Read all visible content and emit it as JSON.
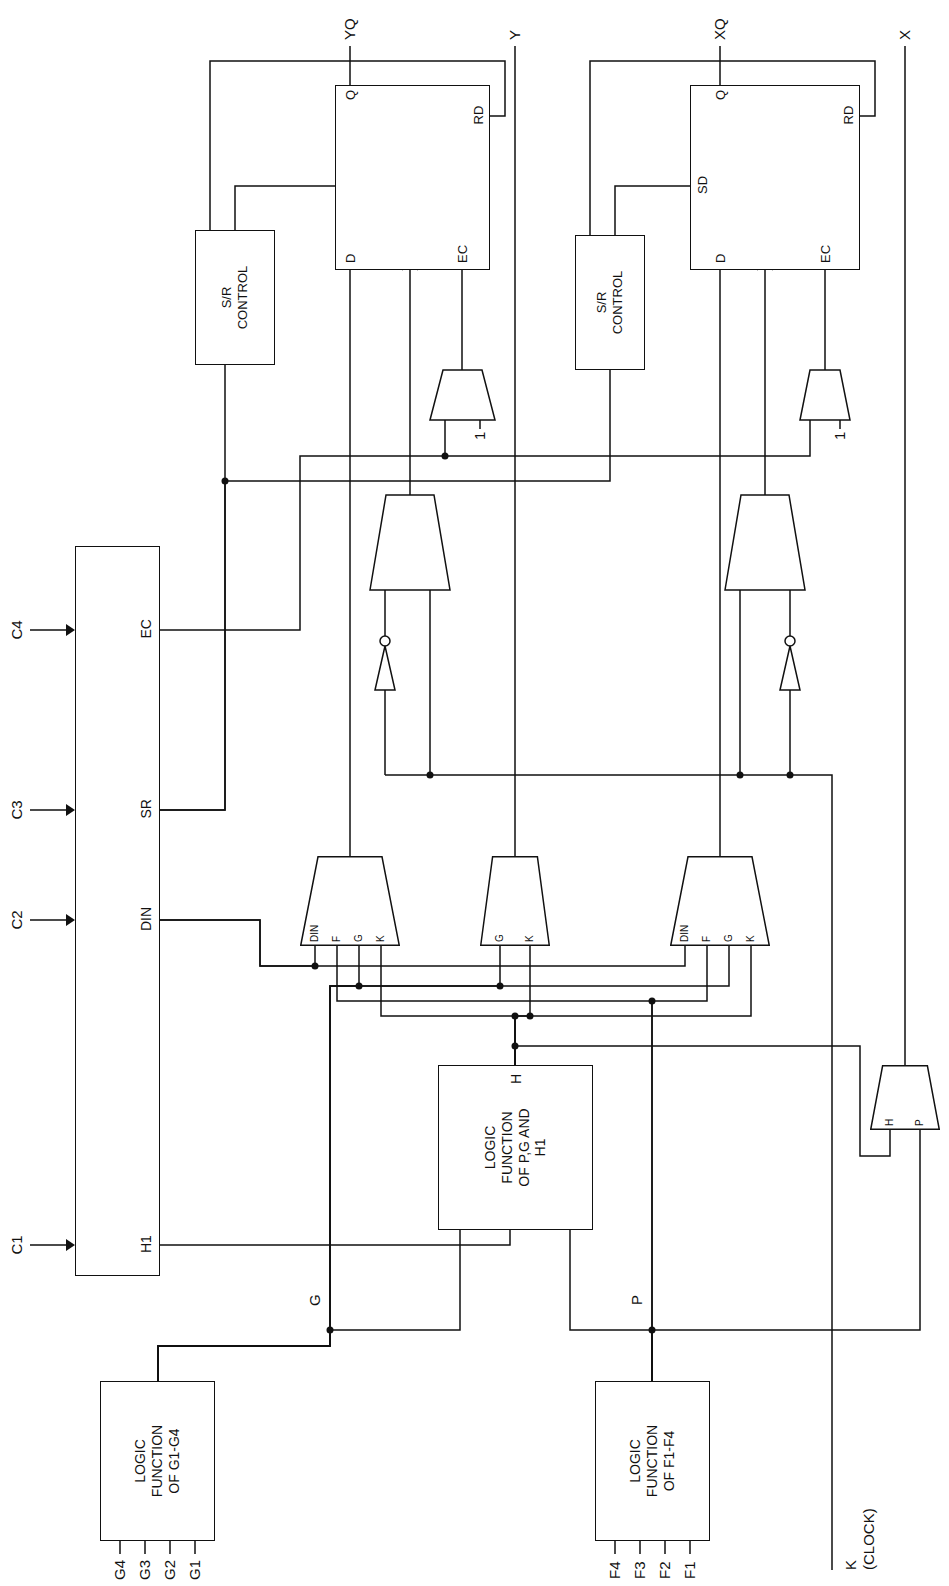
{
  "diagram": {
    "nodes": [
      {
        "text": [
          "LOGIC FUNCTION OF G1-G4"
        ]
      },
      {
        "text": [
          "LOGIC FUNCTION OF F1-F4"
        ]
      },
      {
        "text": [
          "LOGIC FUNCTION OF P,G AND H1",
          "H"
        ]
      },
      {
        "text": [
          "H1",
          "DIN",
          "SR",
          "EC"
        ]
      },
      {
        "text": [
          "DIN",
          "F",
          "G",
          "K"
        ]
      },
      {
        "text": [
          "G",
          "K"
        ]
      },
      {
        "text": [
          "DIN",
          "F",
          "G",
          "K"
        ]
      },
      {
        "text": [
          "H",
          "P"
        ]
      },
      {
        "text": [
          "S/R CONTROL"
        ]
      },
      {
        "text": [
          "S/R CONTROL"
        ]
      },
      {
        "text": [
          "D",
          "Q",
          "EC",
          "RD"
        ]
      },
      {
        "text": [
          "D",
          "SD",
          "Q",
          "EC",
          "RD"
        ]
      }
    ],
    "edges": [
      {
        "from": 0,
        "to": 2,
        "arrow": "none"
      },
      {
        "from": 0,
        "to": 4,
        "arrow": "none"
      },
      {
        "from": 0,
        "to": 5,
        "arrow": "none"
      },
      {
        "from": 0,
        "to": 6,
        "arrow": "none"
      },
      {
        "from": 1,
        "to": 2,
        "arrow": "none"
      },
      {
        "from": 1,
        "to": 4,
        "arrow": "none"
      },
      {
        "from": 1,
        "to": 6,
        "arrow": "none"
      },
      {
        "from": 1,
        "to": 7,
        "arrow": "none"
      },
      {
        "from": 2,
        "to": 4,
        "arrow": "none"
      },
      {
        "from": 2,
        "to": 5,
        "arrow": "none"
      },
      {
        "from": 2,
        "to": 6,
        "arrow": "none"
      },
      {
        "from": 2,
        "to": 7,
        "arrow": "none"
      },
      {
        "from": 3,
        "to": 2,
        "arrow": "none"
      },
      {
        "from": 3,
        "to": 4,
        "arrow": "none"
      },
      {
        "from": 3,
        "to": 6,
        "arrow": "none"
      },
      {
        "from": 3,
        "to": 8,
        "arrow": "none"
      },
      {
        "from": 3,
        "to": 9,
        "arrow": "none"
      },
      {
        "from": 4,
        "to": 10,
        "arrow": "none"
      },
      {
        "from": 6,
        "to": 11,
        "arrow": "none"
      },
      {
        "from": 8,
        "to": 10,
        "arrow": "none"
      },
      {
        "from": 8,
        "to": 10,
        "arrow": "none"
      },
      {
        "from": 9,
        "to": 11,
        "arrow": "none"
      },
      {
        "from": 9,
        "to": 11,
        "arrow": "none"
      }
    ],
    "labels": [
      "C1",
      "C2",
      "C3",
      "C4",
      "G4",
      "G3",
      "G2",
      "G1",
      "F4",
      "F3",
      "F2",
      "F1",
      "K (CLOCK)",
      "G",
      "P",
      "YQ",
      "Y",
      "XQ",
      "X",
      "1",
      "1"
    ]
  }
}
